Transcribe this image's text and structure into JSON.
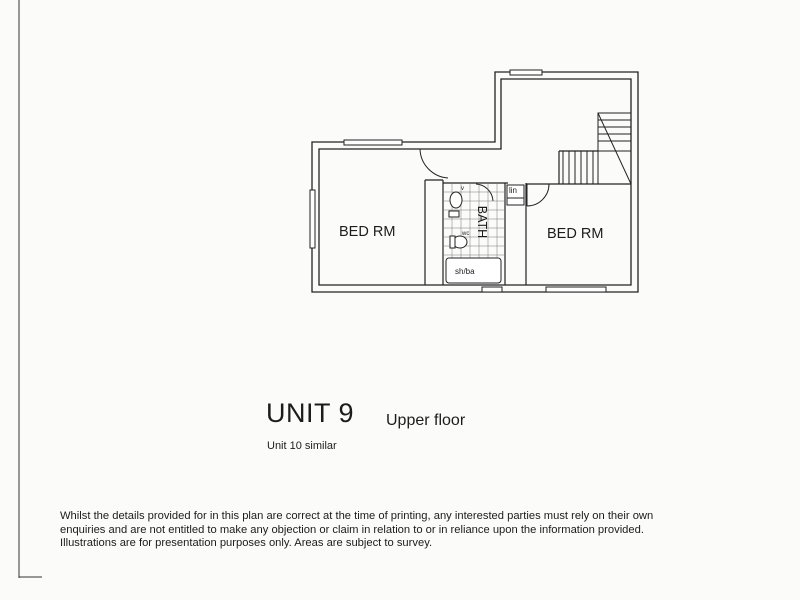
{
  "plan": {
    "rooms": {
      "bed_rm_left": "BED RM",
      "bed_rm_right": "BED RM",
      "bath": "BATH",
      "lin": "lin",
      "shba": "sh/ba",
      "wc": "wc",
      "v": "v"
    }
  },
  "title": "UNIT 9",
  "subtitle": "Upper floor",
  "note": "Unit 10 similar",
  "disclaimer": "Whilst the details provided for in this plan are correct at the time of printing, any interested parties must rely on their own enquiries and are not entitled to make any objection or claim in relation to or in reliance upon the information provided. Illustrations are for presentation purposes only. Areas are subject to survey."
}
